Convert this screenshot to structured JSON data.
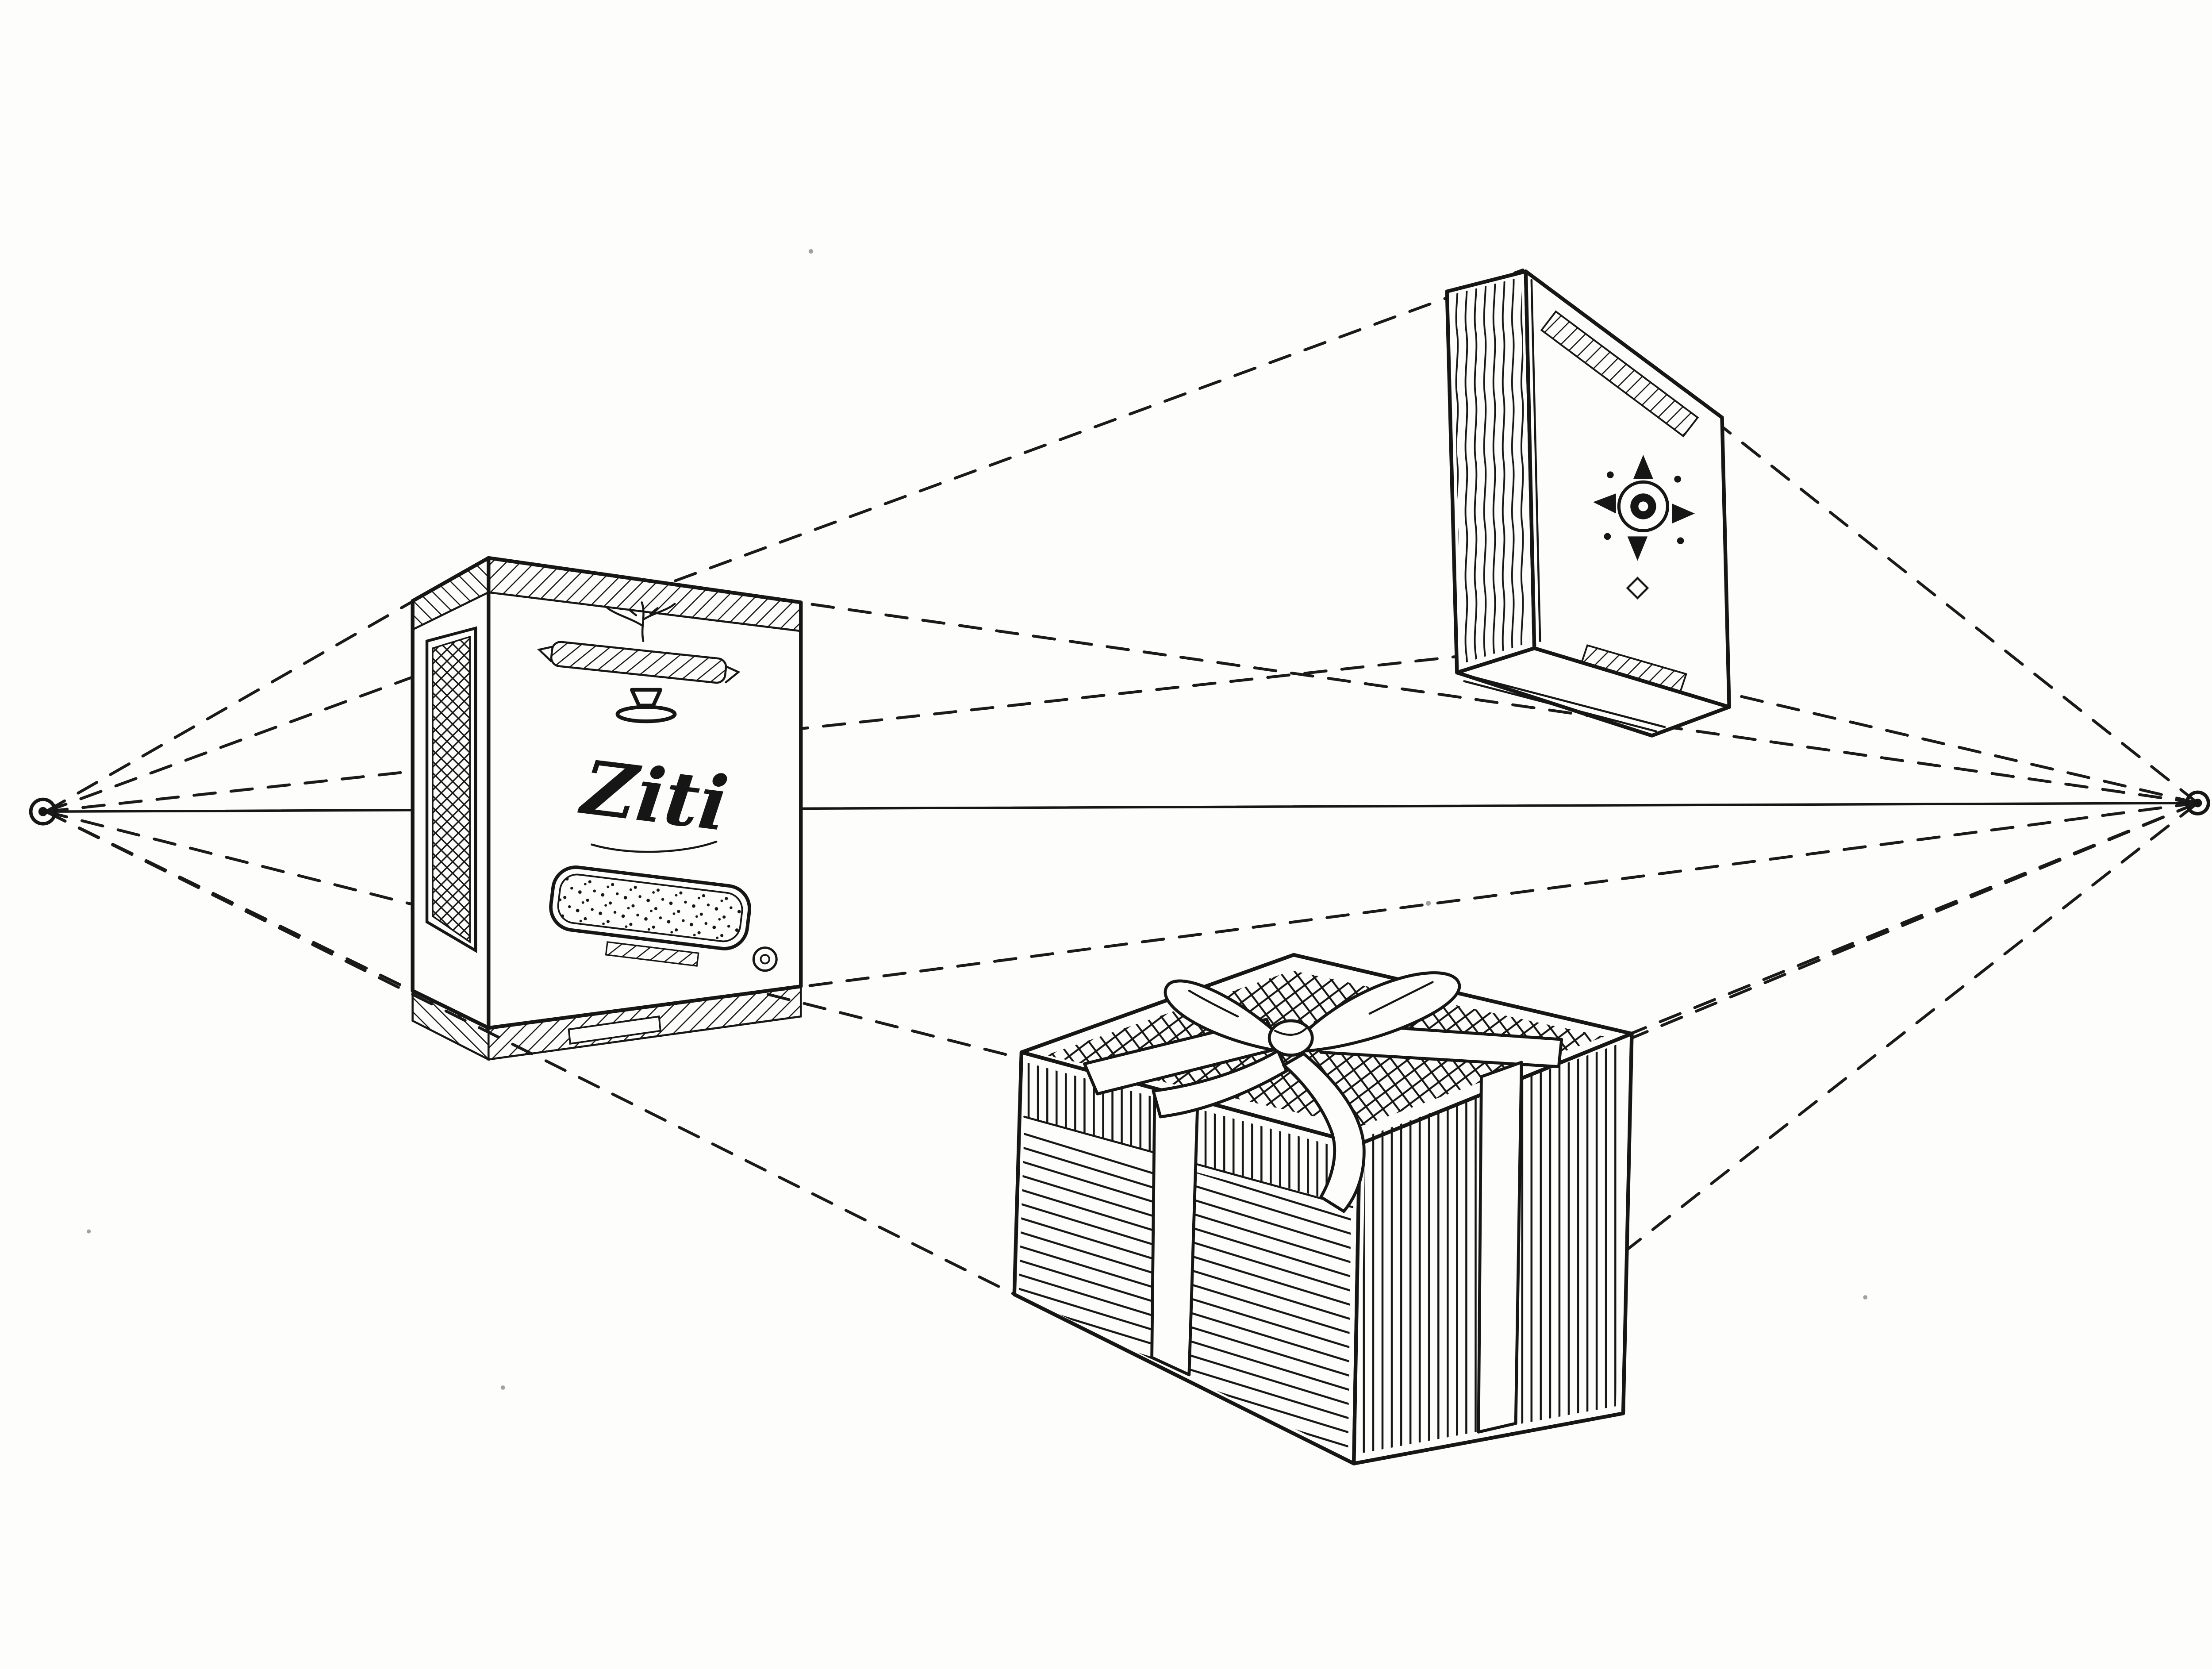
{
  "scene": {
    "box_label": "Ziti",
    "paper_color": "#fdfdfb",
    "ink_color": "#161616",
    "objects": [
      {
        "name": "pasta-box",
        "label": "Ziti"
      },
      {
        "name": "book",
        "label": ""
      },
      {
        "name": "gift-box",
        "label": ""
      }
    ],
    "construction": {
      "left_vanishing_point": "left",
      "right_vanishing_point": "right",
      "horizon": "horizon-line"
    }
  }
}
